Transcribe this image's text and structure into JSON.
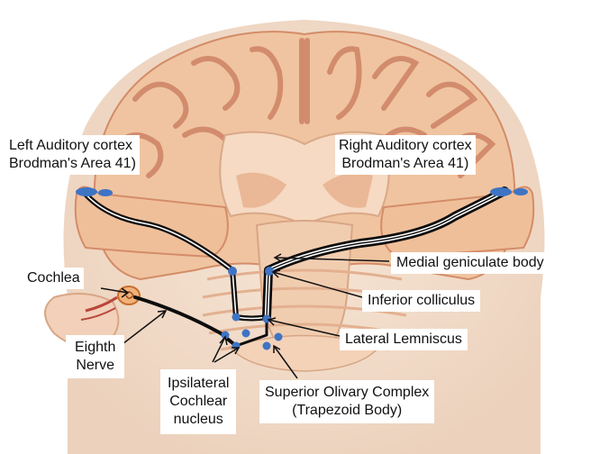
{
  "labels": {
    "left_cortex": {
      "line1": "Left Auditory cortex",
      "line2": "Brodman's Area 41)"
    },
    "right_cortex": {
      "line1": "Right Auditory cortex",
      "line2": "Brodman's Area 41)"
    },
    "medial_geniculate": "Medial geniculate body",
    "cochlea": "Cochlea",
    "inferior_colliculus": "Inferior colliculus",
    "lateral_lemniscus": "Lateral Lemniscus",
    "eighth_nerve": {
      "line1": "Eighth",
      "line2": "Nerve"
    },
    "cochlear_nucleus": {
      "line1": "Ipsilateral",
      "line2": "Cochlear",
      "line3": "nucleus"
    },
    "superior_olivary": {
      "line1": "Superior Olivary Complex",
      "line2": "(Trapezoid Body)"
    }
  },
  "colors": {
    "brain_tissue": "#f2c9a6",
    "brain_fold": "#c97a5c",
    "pathway": "#0d0d0d",
    "nucleus_dot": "#3e74c4",
    "skin": "#f5e3d3"
  }
}
